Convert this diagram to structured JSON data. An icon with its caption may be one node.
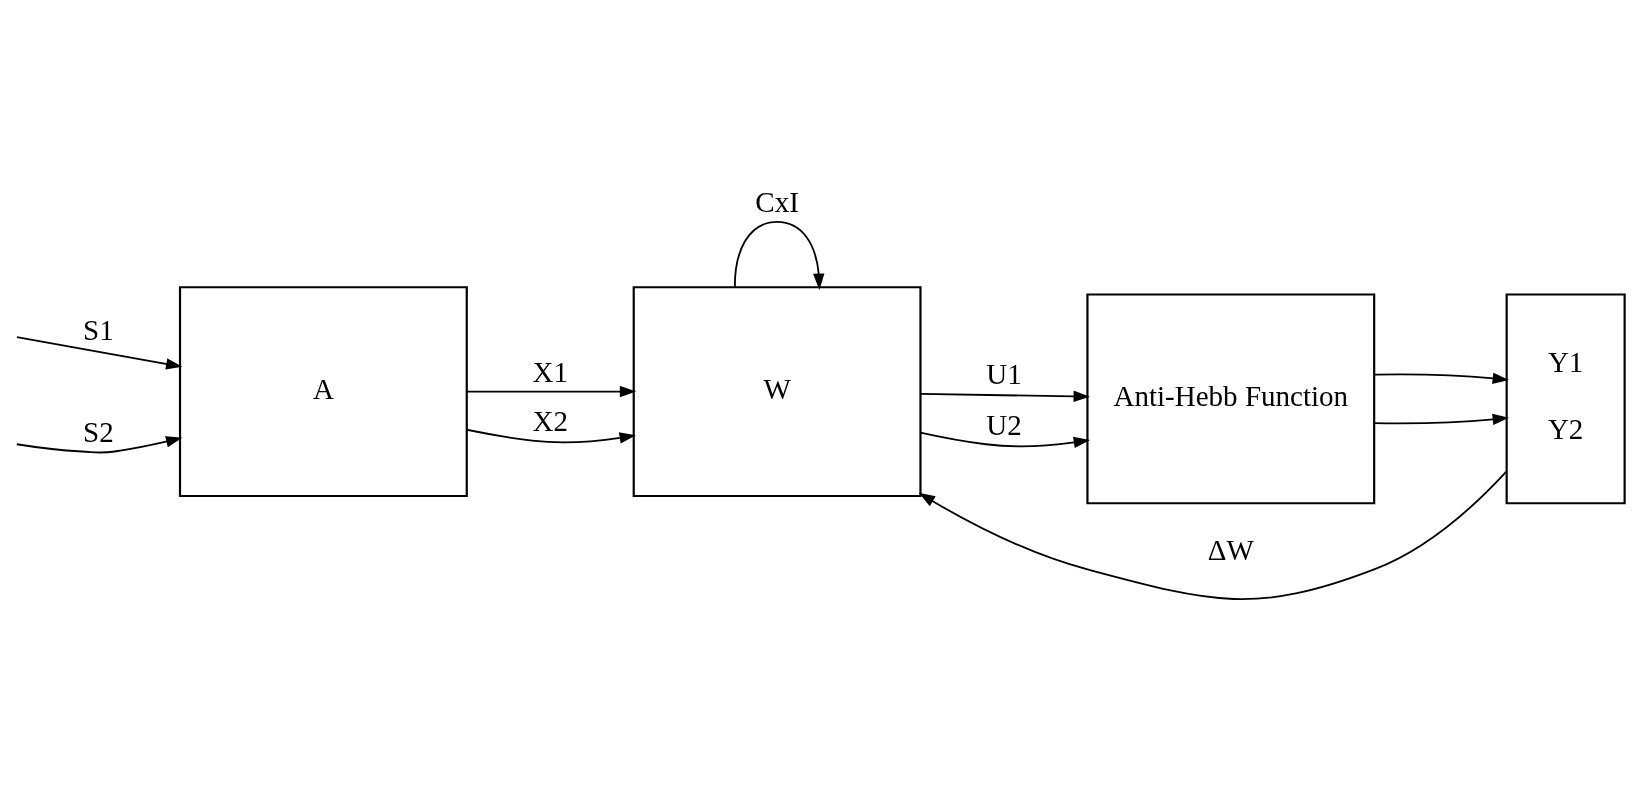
{
  "diagram": {
    "nodes": [
      {
        "text": [
          "A"
        ]
      },
      {
        "text": [
          "W"
        ]
      },
      {
        "text": [
          "Anti-Hebb Function"
        ]
      },
      {
        "text": [
          "Y1",
          "Y2"
        ]
      }
    ],
    "edges": [
      {
        "from": null,
        "to": 0,
        "arrow": "to",
        "label": "S1"
      },
      {
        "from": null,
        "to": 0,
        "arrow": "to",
        "label": "S2"
      },
      {
        "from": 0,
        "to": 1,
        "arrow": "to",
        "label": "X1"
      },
      {
        "from": 0,
        "to": 1,
        "arrow": "to",
        "label": "X2"
      },
      {
        "from": 1,
        "to": 1,
        "arrow": "to",
        "label": "CxI"
      },
      {
        "from": 1,
        "to": 2,
        "arrow": "to",
        "label": "U1"
      },
      {
        "from": 1,
        "to": 2,
        "arrow": "to",
        "label": "U2"
      },
      {
        "from": 2,
        "to": 3,
        "arrow": "to"
      },
      {
        "from": 2,
        "to": 3,
        "arrow": "to"
      },
      {
        "from": 3,
        "to": 1,
        "arrow": "to",
        "label": "ΔW"
      }
    ]
  }
}
